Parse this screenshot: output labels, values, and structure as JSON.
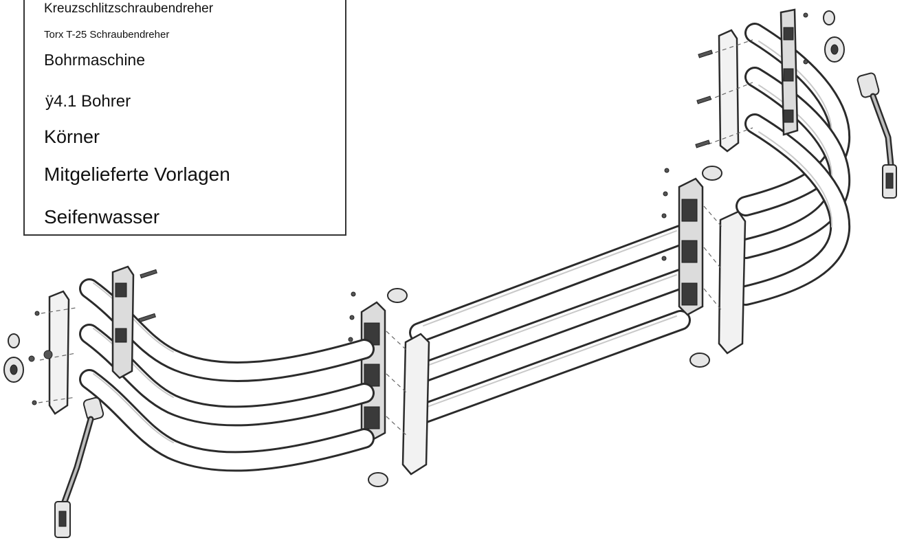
{
  "tools": [
    {
      "label": "Kreuzschlitzschraubendreher"
    },
    {
      "label": "Torx  T-25  Schraubendreher"
    },
    {
      "label": "Bohrmaschine"
    },
    {
      "label": "ÿ4.1  Bohrer"
    },
    {
      "label": "Körner"
    },
    {
      "label": "Mitgelieferte  Vorlagen"
    },
    {
      "label": "Seifenwasser"
    }
  ],
  "diagram": {
    "line_color": "#2b2b2b",
    "fill_color": "#e6e6e6",
    "clip_color": "#3a3a3a",
    "icons": [
      "bed-extender-rails",
      "mounting-bracket",
      "screw",
      "nut",
      "strap-ratchet"
    ]
  }
}
